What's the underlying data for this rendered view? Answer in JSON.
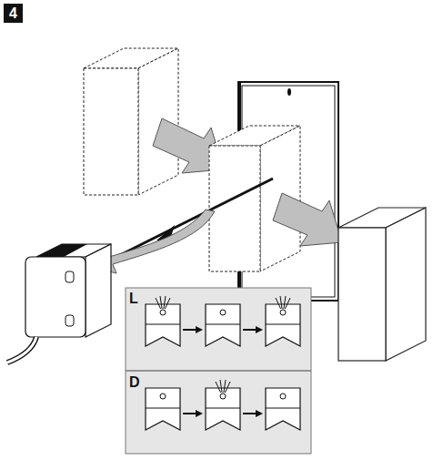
{
  "diagram": {
    "labels": [
      "4",
      "L",
      "D"
    ]
  }
}
